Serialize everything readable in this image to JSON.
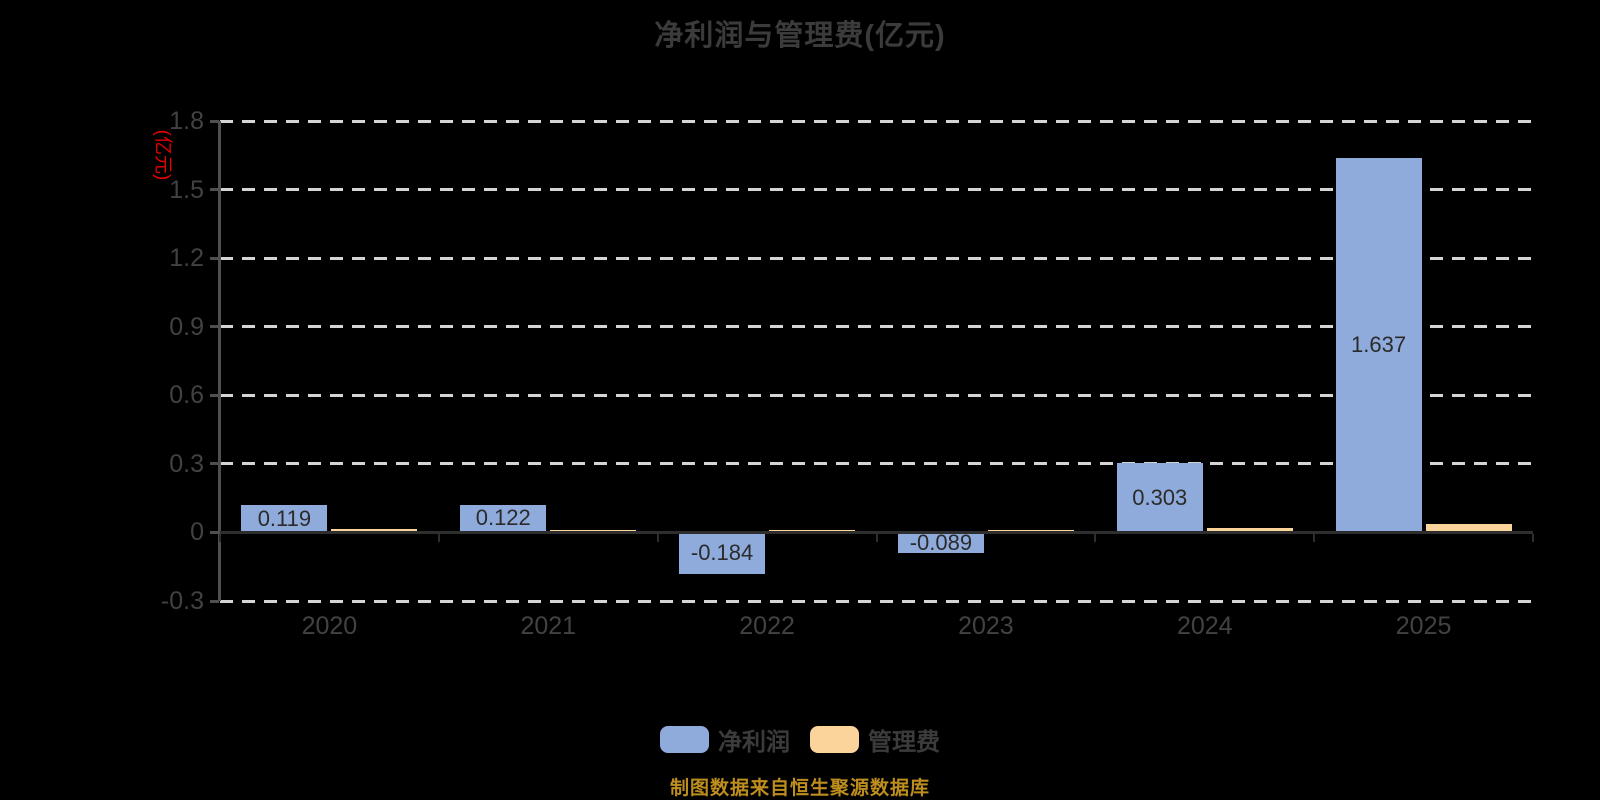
{
  "title": "净利润与管理费(亿元)",
  "y_axis": {
    "unit_label": "(亿元)",
    "tick_labels": [
      "1.8",
      "1.5",
      "1.2",
      "0.9",
      "0.6",
      "0.3",
      "0",
      "-0.3"
    ]
  },
  "x_axis": {
    "tick_labels": [
      "2020",
      "2021",
      "2022",
      "2023",
      "2024",
      "2025"
    ]
  },
  "legend": {
    "items": [
      {
        "label": "净利润",
        "color": "#8FABDB"
      },
      {
        "label": "管理费",
        "color": "#FAD49A"
      }
    ]
  },
  "footer_note": "制图数据来自恒生聚源数据库",
  "colors": {
    "background": "#000000",
    "net_profit_bar": "#8FABDB",
    "mgmt_fee_bar": "#FAD49A",
    "title_text": "#3B3B3B",
    "axis_text": "#424242",
    "data_label_text": "#2B2B2B",
    "gridline": "#D4D4D4",
    "y_axis_line": "#4F4F4F",
    "x_axis_line": "#2E2E2E",
    "unit_text": "#E60000",
    "footer_text": "#BD8D1E"
  },
  "chart_data": {
    "type": "bar",
    "title": "净利润与管理费(亿元)",
    "categories": [
      "2020",
      "2021",
      "2022",
      "2023",
      "2024",
      "2025"
    ],
    "series": [
      {
        "name": "净利润",
        "color": "#8FABDB",
        "values": [
          0.119,
          0.122,
          -0.184,
          -0.089,
          0.303,
          1.637
        ],
        "data_labels": [
          "0.119",
          "0.122",
          "-0.184",
          "-0.089",
          "0.303",
          "1.637"
        ]
      },
      {
        "name": "管理费",
        "color": "#FAD49A",
        "values": [
          0.013,
          0.011,
          0.009,
          0.009,
          0.018,
          0.035
        ],
        "data_labels": [
          "",
          "",
          "",
          "",
          "",
          ""
        ]
      }
    ],
    "ylabel": "(亿元)",
    "ylim": [
      -0.3,
      1.8
    ],
    "y_step": 0.3,
    "grid": "horizontal-dashed",
    "legend_position": "bottom"
  }
}
